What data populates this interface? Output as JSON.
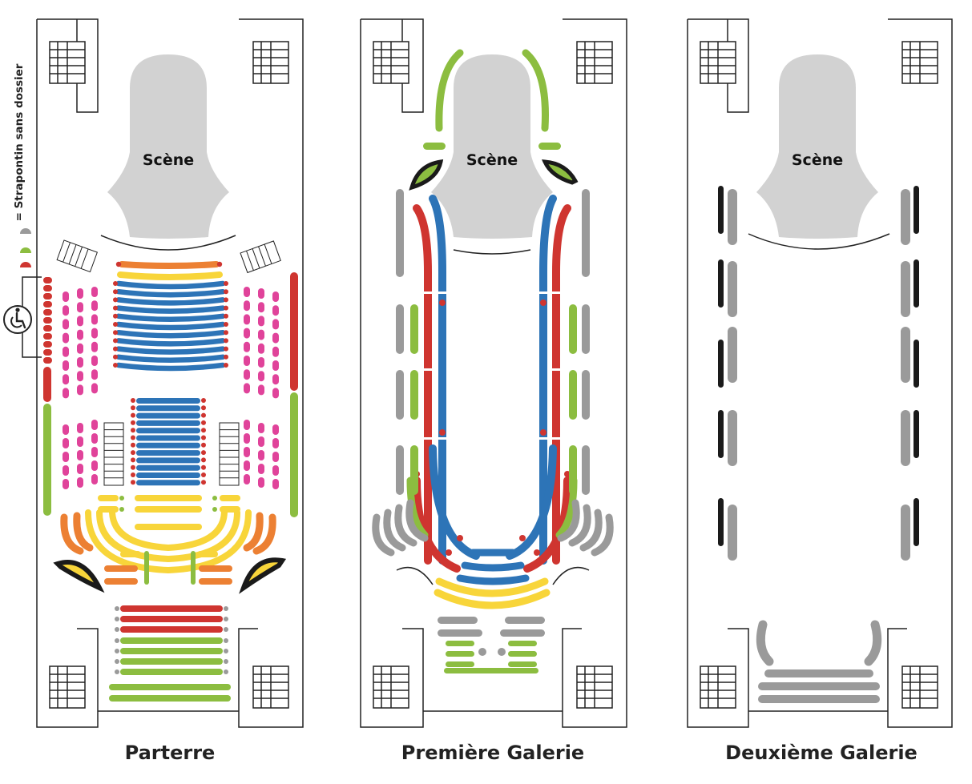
{
  "colors": {
    "red": "#cf3530",
    "green": "#8cbd40",
    "gray": "#9a9a9a",
    "blue": "#2d74b7",
    "pink": "#e0439a",
    "yellow": "#f8d53a",
    "orange": "#ec8033",
    "black": "#1a1a1a",
    "stage": "#d2d2d2"
  },
  "legend": {
    "text": "= Strapontin sans dossier"
  },
  "floors": [
    {
      "name": "Parterre",
      "stage_label": "Scène"
    },
    {
      "name": "Première Galerie",
      "stage_label": "Scène"
    },
    {
      "name": "Deuxième Galerie",
      "stage_label": "Scène"
    }
  ],
  "icons": [
    "wheelchair-icon",
    "stair-icon"
  ]
}
